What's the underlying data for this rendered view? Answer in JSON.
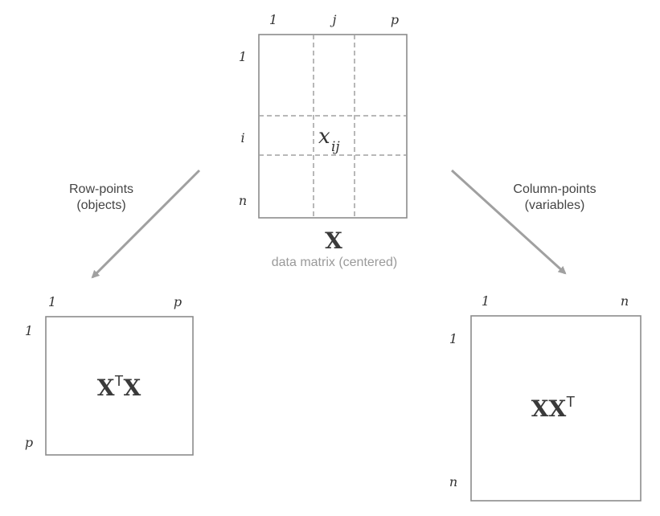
{
  "data_matrix": {
    "symbol": "X",
    "caption": "data matrix (centered)",
    "col_first": "1",
    "col_mid": "j",
    "col_last": "p",
    "row_first": "1",
    "row_mid": "i",
    "row_last": "n",
    "element": "x",
    "element_sub": "ij"
  },
  "left_branch": {
    "title_line1": "Row-points",
    "title_line2": "(objects)"
  },
  "right_branch": {
    "title_line1": "Column-points",
    "title_line2": "(variables)"
  },
  "left_product": {
    "part1": "X",
    "sup": "T",
    "part2": "X",
    "col_first": "1",
    "col_last": "p",
    "row_first": "1",
    "row_last": "p"
  },
  "right_product": {
    "part1": "XX",
    "sup": "T",
    "col_first": "1",
    "col_last": "n",
    "row_first": "1",
    "row_last": "n"
  },
  "colors": {
    "box_stroke": "#8c8c8c",
    "dash_stroke": "#a0a0a0",
    "arrow": "#a0a0a0",
    "caption": "#9a9a9a"
  }
}
